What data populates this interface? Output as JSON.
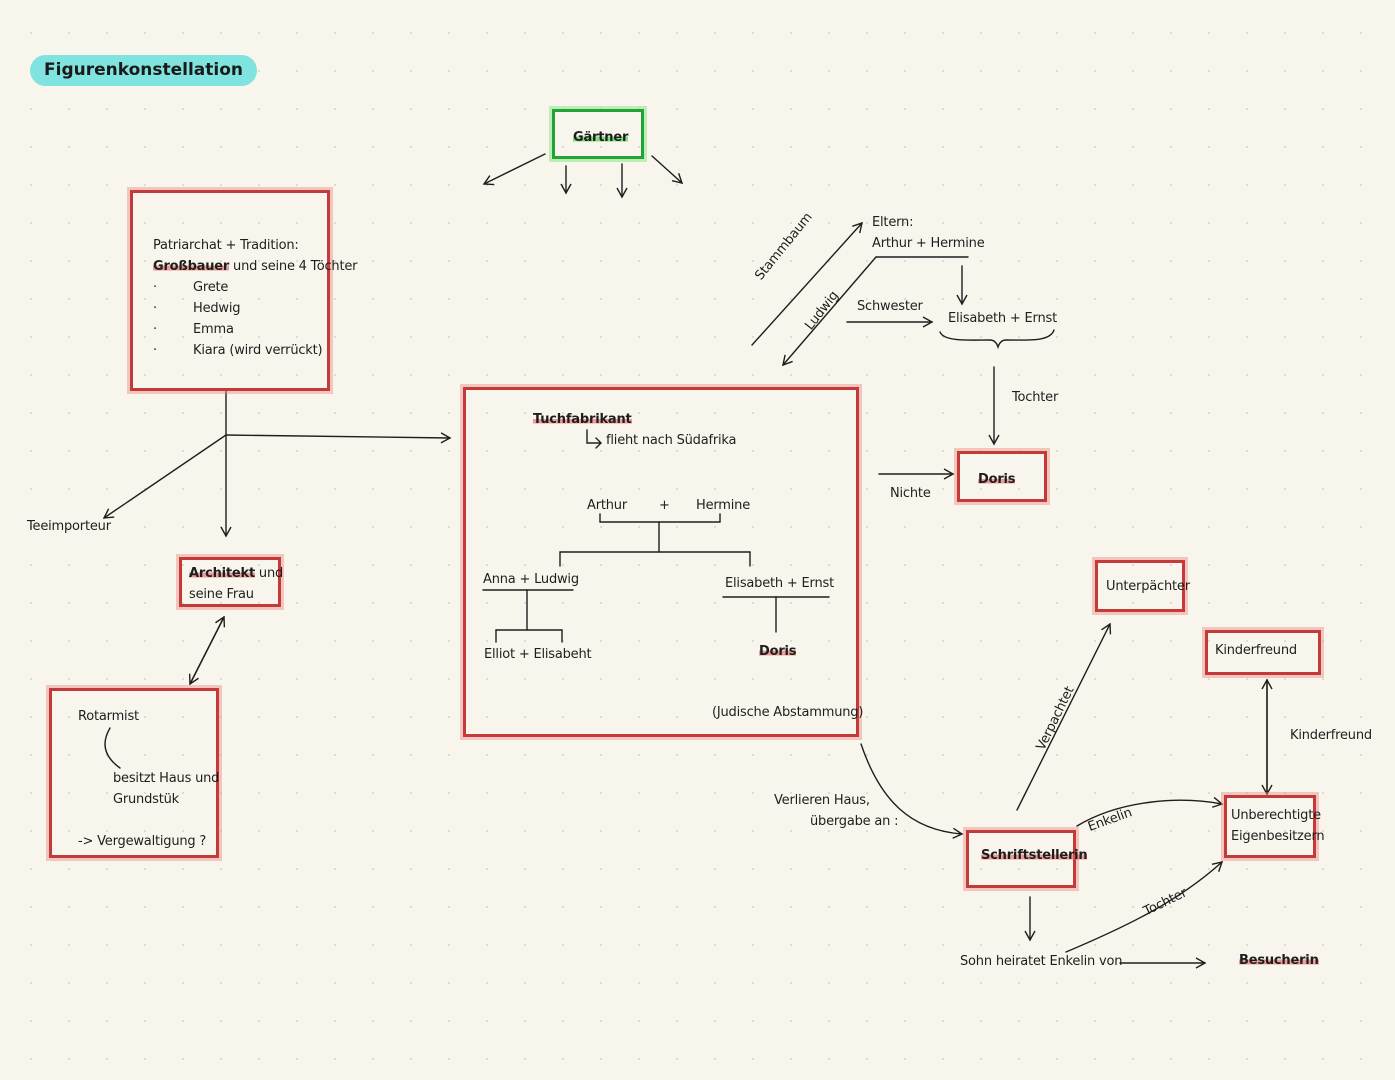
{
  "title": "Figurenkonstellation",
  "gaertner": "Gärtner",
  "patriarch": {
    "heading": "Patriarchat + Tradition:",
    "grossbauer": "Großbauer",
    "grossbauer_rest": " und seine 4 Töchter",
    "bullet": "·",
    "daughters": [
      "Grete",
      "Hedwig",
      "Emma",
      "Kiara (wird verrückt)"
    ]
  },
  "teeimporteur": "Teeimporteur",
  "architekt": {
    "name": "Architekt",
    "rest": " und",
    "line2": "seine Frau"
  },
  "rotarmist": {
    "name": "Rotarmist",
    "line1": "besitzt Haus und",
    "line2": "Grundstük",
    "line3": "-> Vergewaltigung ?"
  },
  "tuchfabrikant": {
    "name": "Tuchfabrikant",
    "flight": "flieht nach Südafrika",
    "arthur": "Arthur",
    "plus": "+",
    "hermine": "Hermine",
    "anna_ludwig": "Anna + Ludwig",
    "elisabeth_ernst": "Elisabeth + Ernst",
    "elliot": "Elliot + Elisabeht",
    "doris": "Doris",
    "note": "(Judische Abstammung)"
  },
  "stammbaum": {
    "stammbaum": "Stammbaum",
    "ludwig": "Ludwig",
    "eltern": "Eltern:",
    "eltern_names": "Arthur + Hermine",
    "schwester": "Schwester",
    "elisabeth_ernst": "Elisabeth + Ernst",
    "tochter": "Tochter",
    "doris": "Doris",
    "nichte": "Nichte"
  },
  "lower": {
    "verlieren1": "Verlieren Haus,",
    "verlieren2": "übergabe an :",
    "schriftstellerin": "Schriftstellerin",
    "verpachtet": "Verpachtet",
    "unterpaechter": "Unterpächter",
    "kinderfreund_box": "Kinderfreund",
    "kinderfreund_label": "Kinderfreund",
    "enkelin": "Enkelin",
    "eigen1": "Unberechtigte",
    "eigen2": "Eigenbesitzern",
    "tochter": "Tochter",
    "sohn": "Sohn heiratet Enkelin von",
    "besucherin": "Besucherin"
  }
}
